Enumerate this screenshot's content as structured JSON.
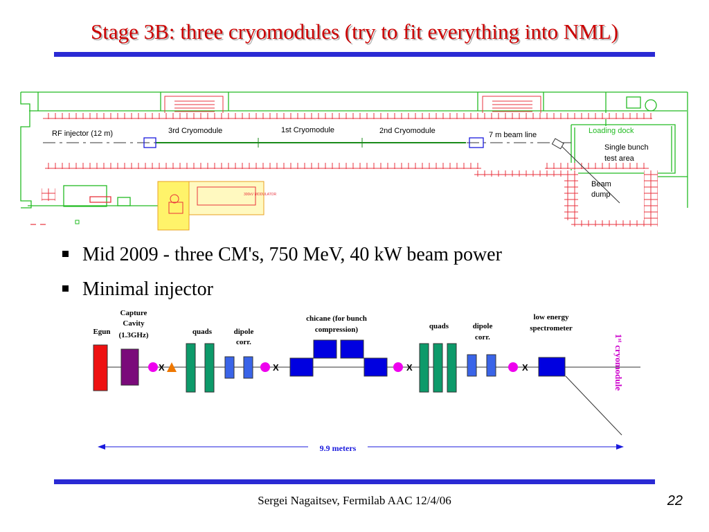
{
  "slide": {
    "title": "Stage 3B: three cryomodules (try to fit everything into NML)",
    "bullets": [
      "Mid 2009 - three CM's, 750 MeV, 40 kW beam power",
      "Minimal injector"
    ],
    "footer": "Sergei Nagaitsev, Fermilab AAC 12/4/06",
    "page_number": "22"
  },
  "floorplan": {
    "rf_injector": "RF injector (12 m)",
    "cm3": "3rd Cryomodule",
    "cm1": "1st Cryomodule",
    "cm2": "2nd Cryomodule",
    "beamline": "7 m beam line",
    "loading_dock": "Loading dock",
    "single_bunch_1": "Single bunch",
    "single_bunch_2": "test area",
    "beam_dump_1": "Beam",
    "beam_dump_2": "dump",
    "modulator": "300kV MODULATOR"
  },
  "injector": {
    "egun": "Egun",
    "capture_1": "Capture",
    "capture_2": "Cavity",
    "capture_3": "(1.3GHz)",
    "quads_1": "quads",
    "dipole_1a": "dipole",
    "dipole_1b": "corr.",
    "chicane_1": "chicane (for bunch",
    "chicane_2": "compression)",
    "quads_2": "quads",
    "dipole_2a": "dipole",
    "dipole_2b": "corr.",
    "lowe_1": "low energy",
    "lowe_2": "spectrometer",
    "cryo_num": "1",
    "cryo_sup": "st",
    "cryo_word": "cryomodule",
    "x_mark": "X",
    "length": "9.9 meters"
  },
  "colors": {
    "title": "#cc0000",
    "rule": "#2a2ad4",
    "wall": "#e8323c",
    "outline": "#22bb22",
    "magnet": "#0000e0",
    "quad": "#0d9a6a",
    "egun": "#ee1111",
    "capture": "#7a0a7a",
    "marker": "#ee00ee",
    "triangle": "#ee7700",
    "cryo_label": "#cc00cc"
  }
}
